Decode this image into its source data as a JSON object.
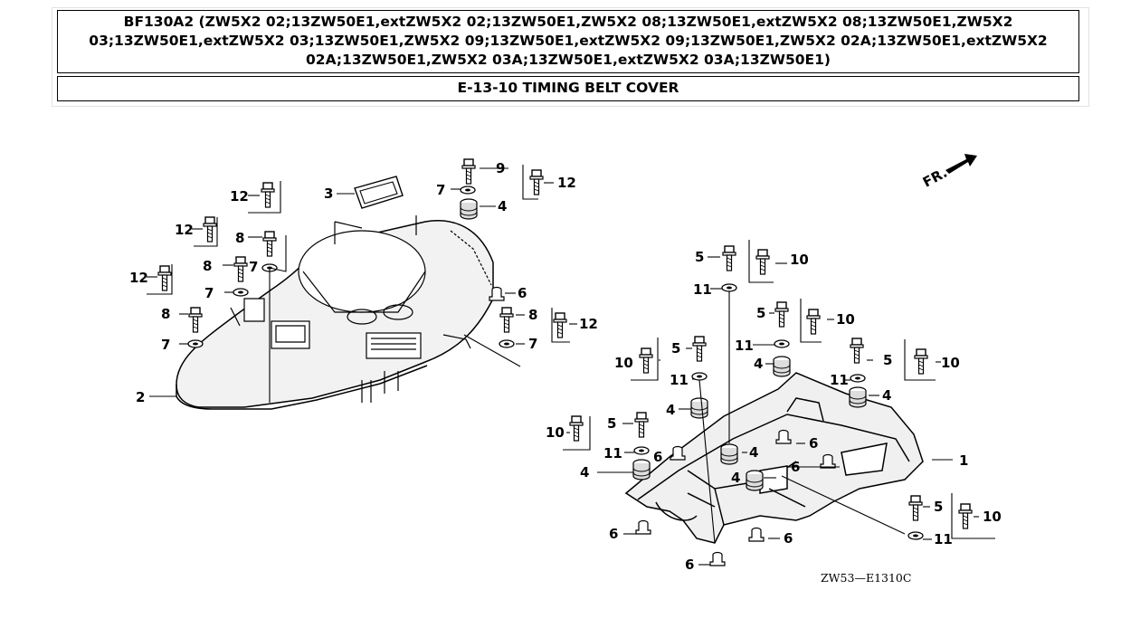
{
  "header": {
    "model_line": "BF130A2 (ZW5X2 02;13ZW50E1,extZW5X2 02;13ZW50E1,ZW5X2 08;13ZW50E1,extZW5X2 08;13ZW50E1,ZW5X2 03;13ZW50E1,extZW5X2 03;13ZW50E1,ZW5X2 09;13ZW50E1,extZW5X2 09;13ZW50E1,ZW5X2 02A;13ZW50E1,extZW5X2 02A;13ZW50E1,ZW5X2 03A;13ZW50E1,extZW5X2 03A;13ZW50E1)",
    "section_title": "E-13-10 TIMING BELT COVER"
  },
  "diagram": {
    "front_marker": "FR.",
    "drawing_code": "ZW53—E1310C",
    "callouts": [
      "1",
      "2",
      "3",
      "4",
      "5",
      "6",
      "7",
      "8",
      "9",
      "10",
      "11",
      "12"
    ]
  }
}
